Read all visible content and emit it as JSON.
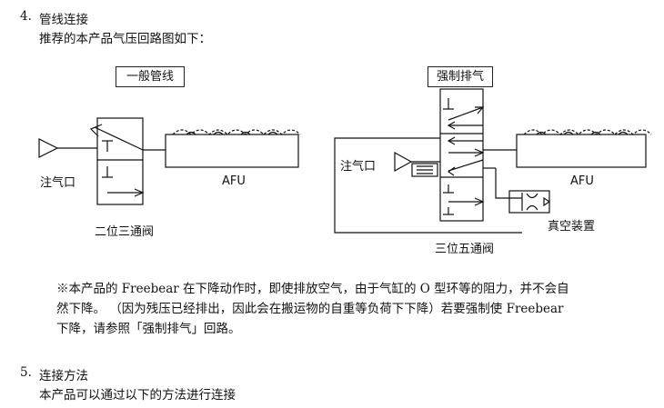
{
  "section4": {
    "number": "4.",
    "title": "管线连接",
    "subtitle": "推荐的本产品气压回路图如下："
  },
  "diagram_left": {
    "box_label": "一般管线",
    "inlet_label": "注气口",
    "valve_label": "二位三通阀",
    "afu_label": "AFU"
  },
  "diagram_right": {
    "box_label": "强制排气",
    "inlet_label": "注气口",
    "valve_label": "三位五通阀",
    "afu_label": "AFU",
    "vacuum_label": "真空装置"
  },
  "note": {
    "line1": "※本产品的 Freebear 在下降动作时，即使排放空气，由于气缸的 O 型环等的阻力，并不会自",
    "line2": "然下降。 （因为残压已经排出，因此会在搬运物的自重等负荷下下降）若要强制使 Freebear",
    "line3": "下降，请参照「强制排气」回路。"
  },
  "section5": {
    "number": "5.",
    "title": "连接方法",
    "subtitle": "本产品可以通过以下的方法进行连接"
  }
}
